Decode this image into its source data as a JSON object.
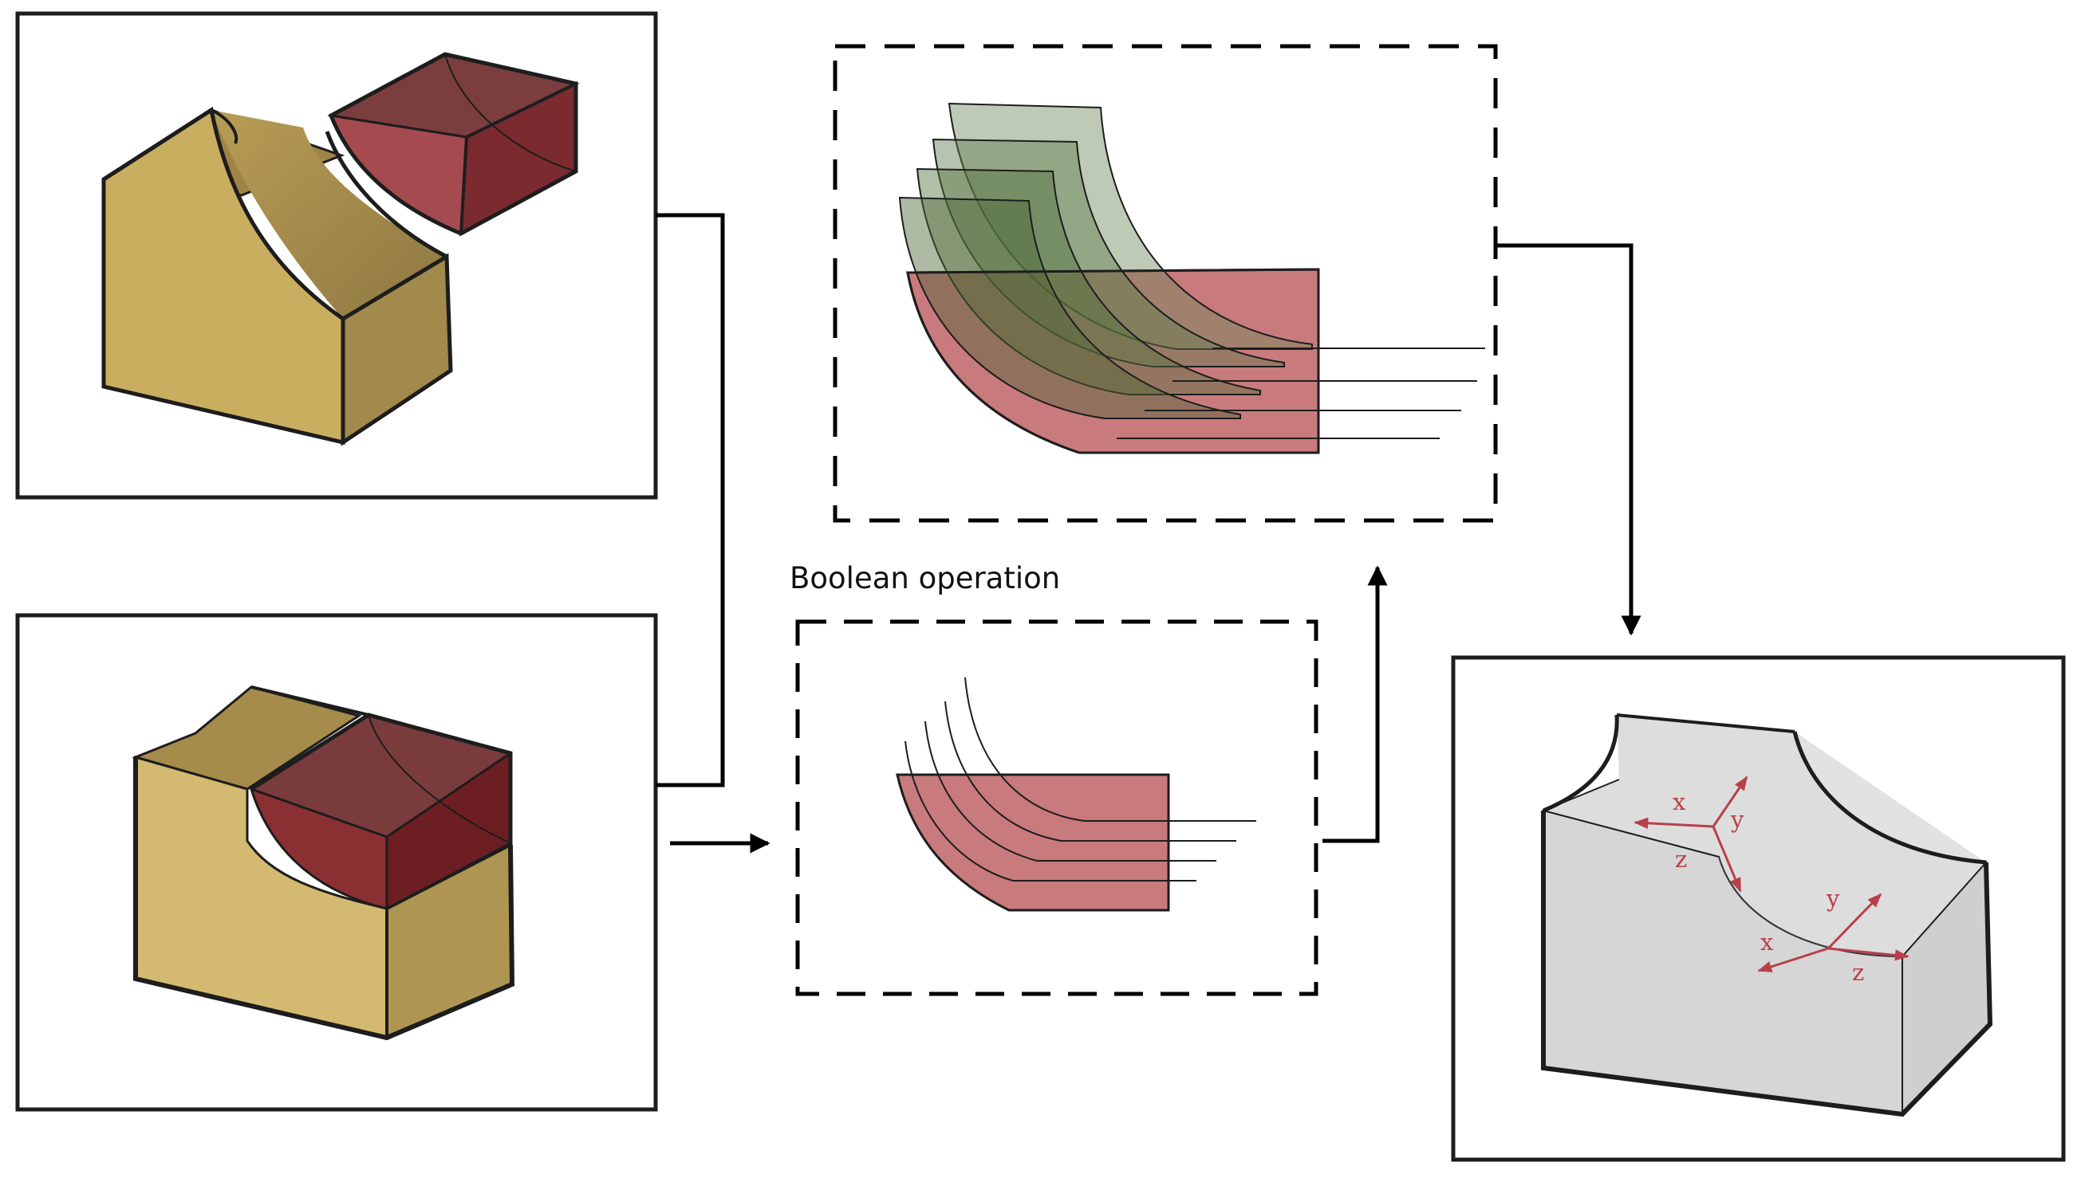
{
  "boolean_label": "Boolean operation",
  "axes_upper": {
    "x": "x",
    "y": "y",
    "z": "z"
  },
  "axes_lower": {
    "x": "x",
    "y": "y",
    "z": "z"
  },
  "colors": {
    "block_light": "#c9ae60",
    "block_dark": "#a2894c",
    "cutter_red": "#8e3034",
    "slab_pink": "#c87a7d",
    "layer_green": "#6f8a5b",
    "result_grey": "#dadada",
    "axis_red": "#b8404a",
    "frame": "#1d1d1d"
  }
}
